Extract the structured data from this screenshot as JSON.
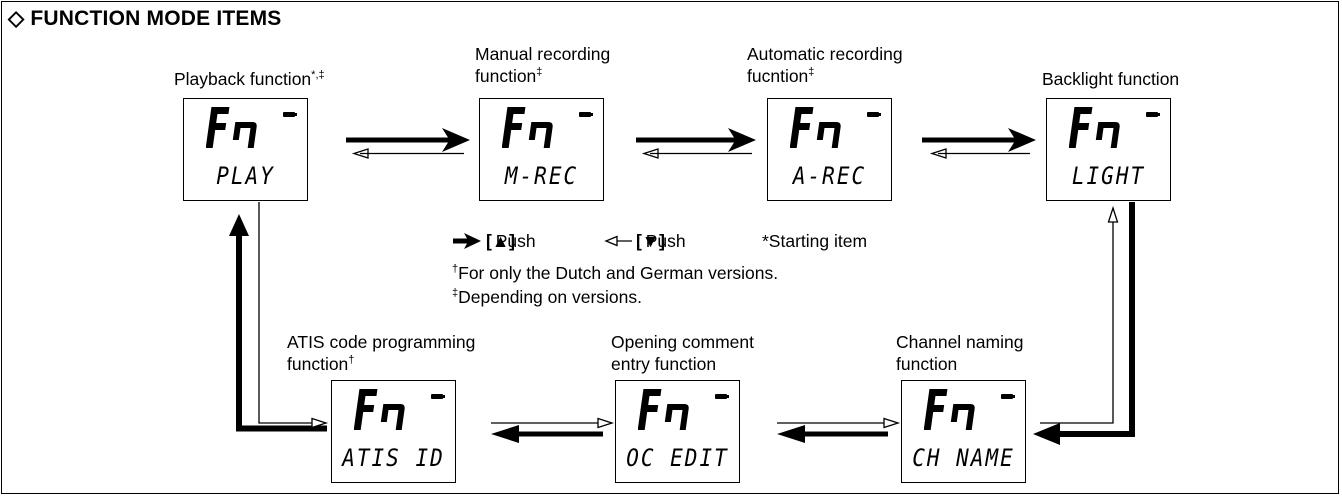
{
  "title": "◇ FUNCTION MODE ITEMS",
  "items": [
    {
      "label_lines": [
        "Playback function"
      ],
      "mark": "*,‡",
      "display": "PLAY"
    },
    {
      "label_lines": [
        "Manual recording",
        "function"
      ],
      "mark": "‡",
      "display": "M-REC"
    },
    {
      "label_lines": [
        "Automatic recording",
        "fucntion"
      ],
      "mark": "‡",
      "display": "A-REC"
    },
    {
      "label_lines": [
        "Backlight function"
      ],
      "mark": "",
      "display": "LIGHT"
    },
    {
      "label_lines": [
        "ATIS code programming",
        "function"
      ],
      "mark": "†",
      "display": "ATIS ID"
    },
    {
      "label_lines": [
        "Opening comment",
        "entry function"
      ],
      "mark": "",
      "display": "OC EDIT"
    },
    {
      "label_lines": [
        "Channel naming",
        "function"
      ],
      "mark": "",
      "display": "CH NAME"
    }
  ],
  "legend": {
    "push_up_prefix": ": Push ",
    "push_up_key": "[▲]",
    "push_down_prefix": ": Push ",
    "push_down_key": "[▼]",
    "starting": "*Starting item"
  },
  "notes": [
    {
      "mark": "†",
      "text": "For only the Dutch and German versions."
    },
    {
      "mark": "‡",
      "text": "Depending on versions."
    }
  ]
}
